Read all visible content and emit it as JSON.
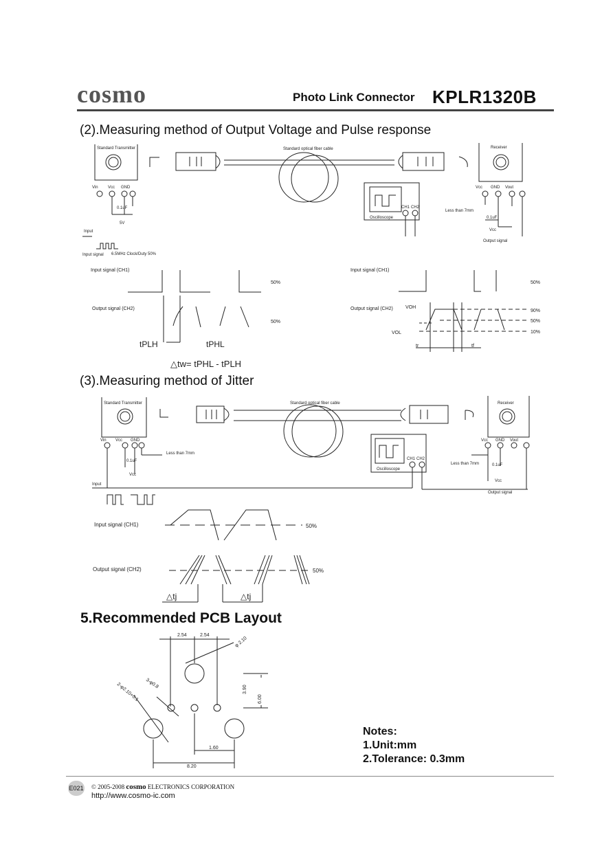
{
  "header": {
    "brand": "cosmo",
    "product_title": "Photo Link Connector",
    "model": "KPLR1320B"
  },
  "section2": {
    "title": "(2).Measuring method of Output Voltage and Pulse response",
    "transmitter": "Standard Transmitter",
    "cable": "Standard optical fiber cable",
    "receiver": "Receiver",
    "tx_pins": [
      "Vin",
      "Vcc",
      "GND"
    ],
    "cap": "0.1uF",
    "supply": "5V",
    "input_label": "Input",
    "input_signal": "Input signal",
    "input_spec": "6.5MHz Clock/Duty 50%",
    "oscilloscope": "Oscilloscope",
    "ch1": "CH1",
    "ch2": "CH2",
    "rx_pins": [
      "Vcc",
      "GND",
      "Vout"
    ],
    "less_than": "Less than 7mm",
    "rx_cap": "0.1uF",
    "rx_vcc": "Vcc",
    "output_signal": "Output signal",
    "left_wave": {
      "input_label": "Input signal (CH1)",
      "output_label": "Output signal (CH2)",
      "level_in": "50%",
      "level_out": "50%",
      "tplh": "tPLH",
      "tphl": "tPHL",
      "formula": "△tw= tPHL - tPLH"
    },
    "right_wave": {
      "input_label": "Input signal (CH1)",
      "output_label": "Output signal (CH2)",
      "level_in": "50%",
      "voh": "VOH",
      "vol": "VOL",
      "l90": "90%",
      "l50": "50%",
      "l10": "10%",
      "tr": "tr",
      "tf": "tf"
    }
  },
  "section3": {
    "title": "(3).Measuring method of Jitter",
    "transmitter": "Standard Transmitter",
    "cable": "Standard optical fiber cable",
    "receiver": "Receiver",
    "tx_pins": [
      "Vin",
      "Vcc",
      "GND"
    ],
    "cap": "0.1uF",
    "vcc": "Vcc",
    "less_than_tx": "Less than 7mm",
    "oscilloscope": "Oscilloscope",
    "ch1": "CH1",
    "ch2": "CH2",
    "rx_pins": [
      "Vcc",
      "GND",
      "Vout"
    ],
    "less_than_rx": "Less than 7mm",
    "rx_cap": "0.1uF",
    "rx_vcc": "Vcc",
    "input": "Input",
    "output_signal": "Output signal",
    "input_wave_label": "Input signal (CH1)",
    "output_wave_label": "Output signal (CH2)",
    "level_in": "50%",
    "level_out": "50%",
    "dtj1": "△tj",
    "dtj2": "△tj"
  },
  "section5": {
    "title": "5.Recommended PCB Layout",
    "dim_254a": "2.54",
    "dim_254b": "2.54",
    "dim_phi210": "φ 2.10",
    "dim_3phi": "3-φ0.8",
    "dim_2phi": "2-φ2.10+0.1",
    "dim_390": "3.90",
    "dim_600": "6.00",
    "dim_160": "1.60",
    "dim_820": "8.20"
  },
  "notes": {
    "title": "Notes:",
    "items": [
      "1.Unit:mm",
      "2.Tolerance: 0.3mm"
    ]
  },
  "footer": {
    "page_code": "E021",
    "copyright_prefix": "© 2005-2008",
    "brand": "cosmo",
    "corp": "ELECTRONICS CORPORATION",
    "url": "http://www.cosmo-ic.com"
  }
}
